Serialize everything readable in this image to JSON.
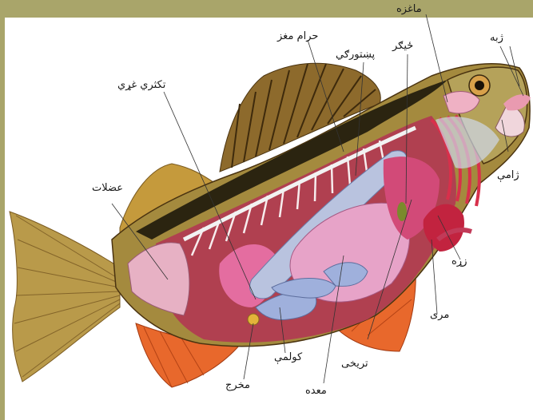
{
  "labels": {
    "maghza": "ماغزه",
    "zhaba": "ژبه",
    "haram_maghz": "حرام مغز",
    "khaigar": "ځیګر",
    "pakhtawargi": "پښتورګي",
    "takhtri_ghari": "تکثري غړي",
    "azalat": "عضلات",
    "zaamay": "ژامې",
    "zra": "زړه",
    "mari": "مری",
    "tarkhi": "تریخی",
    "kolmay": "کولمې",
    "meda": "معده",
    "makhraj": "مخرج"
  },
  "colors": {
    "frame": "#a9a56a",
    "muscle": "#e7b1c4",
    "heart": "#d8304b",
    "intestine": "#9fb0dc",
    "kidney": "#b9c3df",
    "fin": "#e8682c"
  }
}
